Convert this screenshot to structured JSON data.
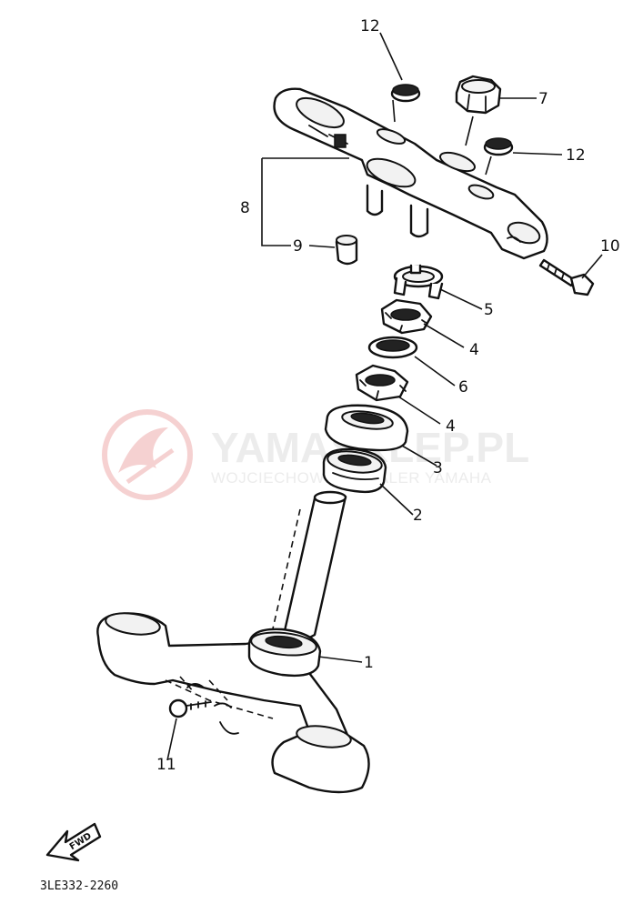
{
  "watermark": {
    "line1": "YAMASKLEP.PL",
    "line2": "WOJCIECHOWICZ DEALER YAMAHA",
    "logo_color": "#f4c9c9",
    "text_color": "#ececec"
  },
  "callouts": {
    "c1": "1",
    "c2": "2",
    "c3": "3",
    "c4a": "4",
    "c4b": "4",
    "c5": "5",
    "c6": "6",
    "c7": "7",
    "c8": "8",
    "c9": "9",
    "c10": "10",
    "c11": "11",
    "c12a": "12",
    "c12b": "12"
  },
  "fwd_label": "FWD",
  "diagram_code": "3LE332-2260"
}
